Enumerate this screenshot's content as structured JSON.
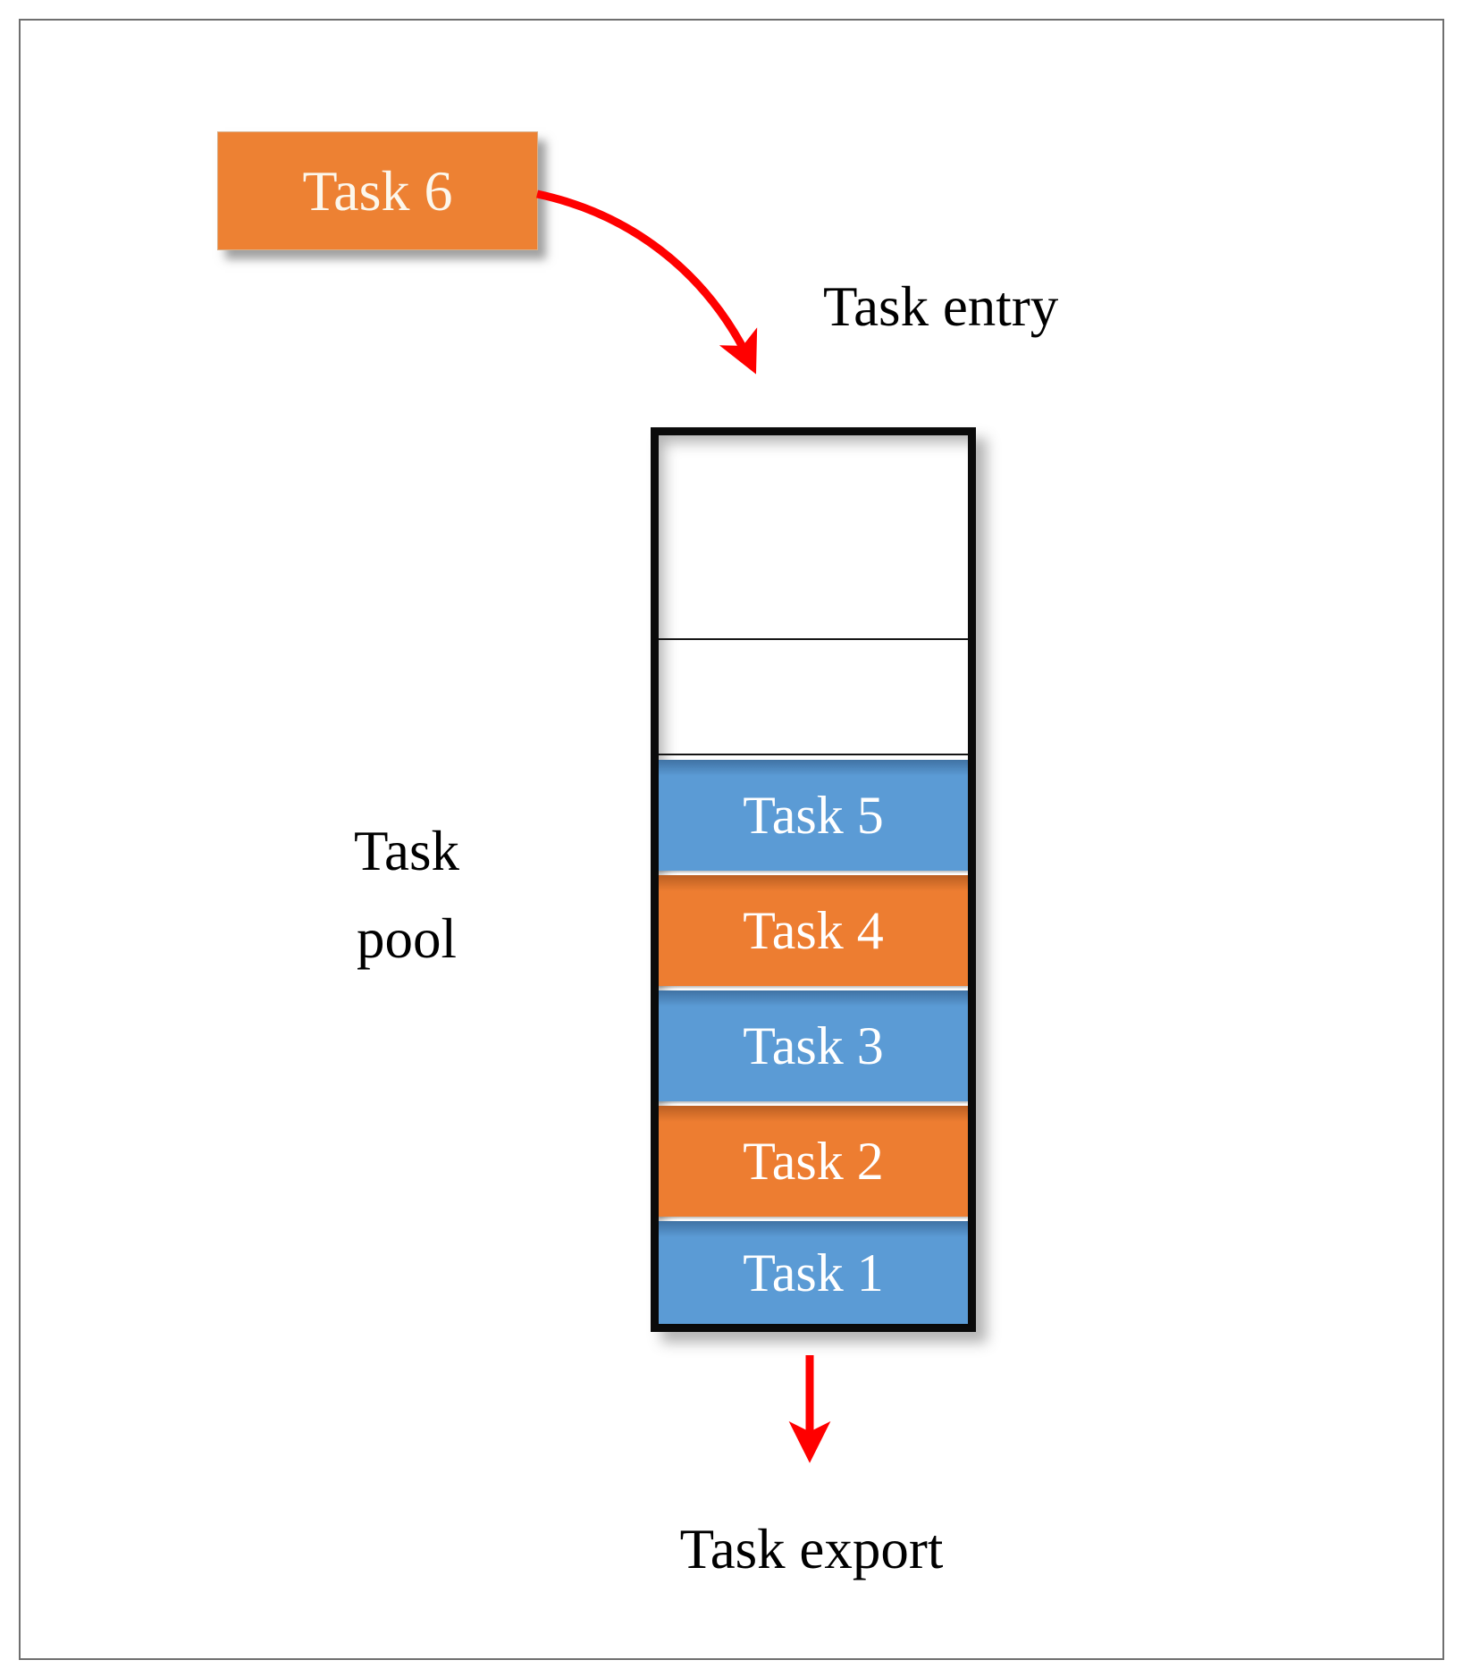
{
  "figure": {
    "task6_label": "Task 6",
    "entry_label": "Task entry",
    "pool_label_line1": "Task",
    "pool_label_line2": "pool",
    "export_label": "Task export",
    "pool": {
      "empty_slot_count": 2,
      "tasks": [
        {
          "label": "Task 5",
          "color": "blue"
        },
        {
          "label": "Task 4",
          "color": "orange"
        },
        {
          "label": "Task 3",
          "color": "blue"
        },
        {
          "label": "Task 2",
          "color": "orange"
        },
        {
          "label": "Task 1",
          "color": "blue"
        }
      ]
    },
    "colors": {
      "bar_blue": "#5B9BD5",
      "bar_orange": "#ED7D31",
      "task6_orange": "#ED8133",
      "arrow_red": "#FF0000",
      "container_border": "#0B0B0B",
      "bar_text": "#FFFFFF",
      "label_text": "#000000",
      "page_frame_gray": "#6F6F6F"
    }
  }
}
